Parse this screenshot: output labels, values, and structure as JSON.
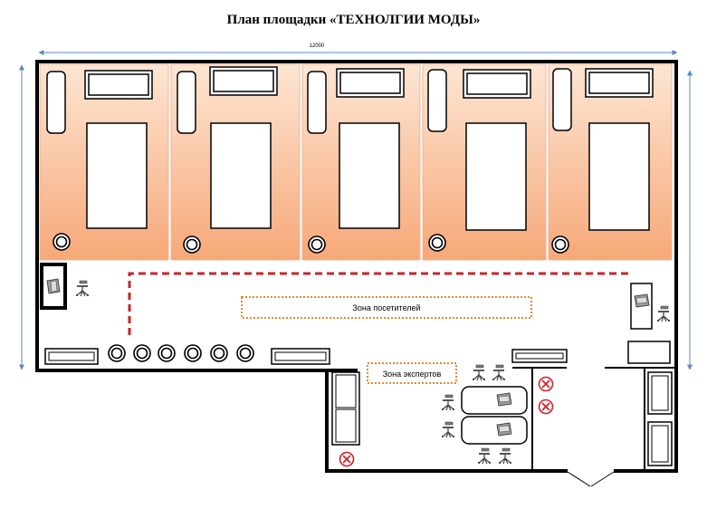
{
  "title": "План площадки «ТЕХНОЛГИИ МОДЫ»",
  "dimension_width": "12000",
  "zones": {
    "visitors": "Зона посетителей",
    "experts": "Зона экспертов"
  },
  "colors": {
    "workstation_gradient_top": "#fde3d0",
    "workstation_gradient_bottom": "#f6a46e",
    "dimension_line": "#5b87c2",
    "dashed_path": "#c0282d",
    "zone_border": "#e38b2f",
    "no_entry": "#d2202a",
    "wall": "#000000"
  },
  "icons": {
    "workstation_stool": "stool-icon",
    "chair": "office-chair-icon",
    "no_entry": "no-entry-icon",
    "printer": "printer-icon"
  }
}
